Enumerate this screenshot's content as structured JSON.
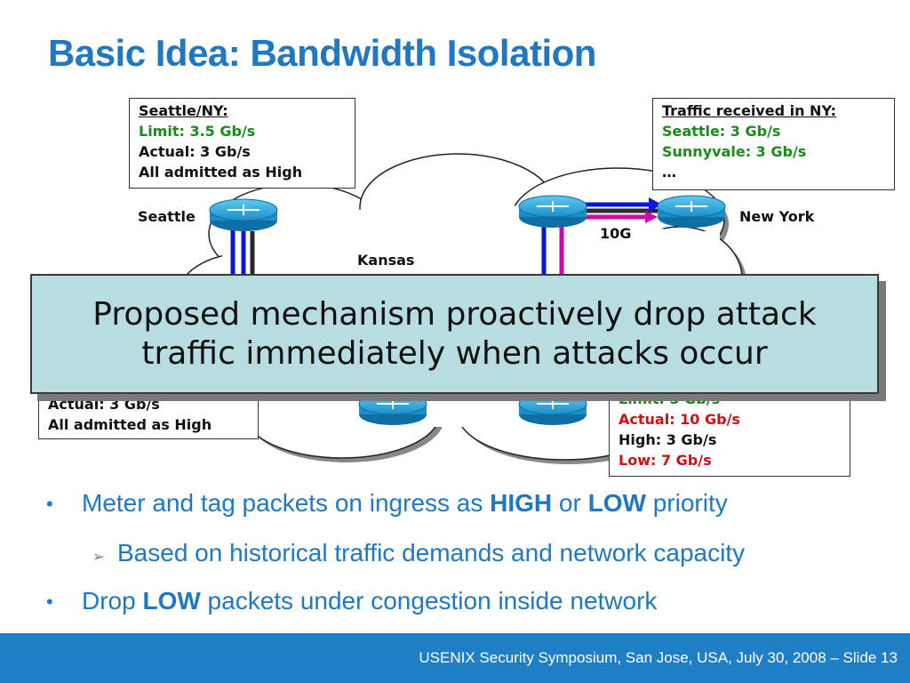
{
  "title": "Basic Idea: Bandwidth Isolation",
  "boxes": {
    "seattle_ny": {
      "header": "Seattle/NY:",
      "limit": "Limit: 3.5 Gb/s",
      "actual": "Actual: 3 Gb/s",
      "admitted": "All admitted as High"
    },
    "received_ny": {
      "header": "Traffic received in NY:",
      "seattle": "Seattle: 3 Gb/s",
      "sunnyvale": "Sunnyvale: 3 Gb/s",
      "more": "…"
    },
    "left_lower": {
      "actual": "Actual: 3 Gb/s",
      "admitted": "All admitted as High"
    },
    "right_lower": {
      "limit": "Limit: 3 Gb/s",
      "actual": "Actual: 10 Gb/s",
      "high": "High: 3 Gb/s",
      "low": "Low: 7 Gb/s"
    }
  },
  "labels": {
    "seattle": "Seattle",
    "new_york": "New York",
    "kansas": "Kansas",
    "link_10g": "10G"
  },
  "overlay": "Proposed mechanism proactively drop attack traffic immediately when attacks occur",
  "bullets": {
    "b1_pre": "Meter and tag packets on ingress as ",
    "b1_high": "HIGH",
    "b1_or": " or ",
    "b1_low": "LOW",
    "b1_post": " priority",
    "sub1": "Based on historical traffic demands and network capacity",
    "b2_pre": "Drop ",
    "b2_low": "LOW",
    "b2_post": " packets under congestion inside network",
    "bullet_symbol": "•",
    "sub_symbol": "➢"
  },
  "footer": "USENIX Security Symposium, San Jose, USA, July 30, 2008 – Slide 13",
  "colors": {
    "title": "#1f78c1",
    "footer_bg": "#1f7fc4",
    "overlay_bg": "#b7dde0",
    "flow_blue": "#0a17d8",
    "flow_magenta": "#cc0aa8",
    "router": "#1aa3d9"
  }
}
